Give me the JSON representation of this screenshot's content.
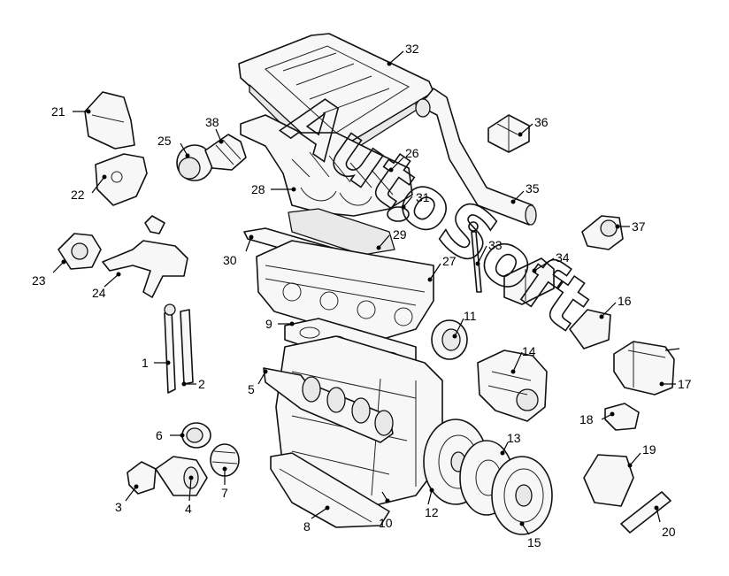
{
  "watermark": "AutoSoft",
  "callouts": [
    {
      "id": "1",
      "label": "1"
    },
    {
      "id": "2",
      "label": "2"
    },
    {
      "id": "3",
      "label": "3"
    },
    {
      "id": "4",
      "label": "4"
    },
    {
      "id": "5",
      "label": "5"
    },
    {
      "id": "6",
      "label": "6"
    },
    {
      "id": "7",
      "label": "7"
    },
    {
      "id": "8",
      "label": "8"
    },
    {
      "id": "9",
      "label": "9"
    },
    {
      "id": "10",
      "label": "10"
    },
    {
      "id": "11",
      "label": "11"
    },
    {
      "id": "12",
      "label": "12"
    },
    {
      "id": "13",
      "label": "13"
    },
    {
      "id": "14",
      "label": "14"
    },
    {
      "id": "15",
      "label": "15"
    },
    {
      "id": "16",
      "label": "16"
    },
    {
      "id": "17",
      "label": "17"
    },
    {
      "id": "18",
      "label": "18"
    },
    {
      "id": "19",
      "label": "19"
    },
    {
      "id": "20",
      "label": "20"
    },
    {
      "id": "21",
      "label": "21"
    },
    {
      "id": "22",
      "label": "22"
    },
    {
      "id": "23",
      "label": "23"
    },
    {
      "id": "24",
      "label": "24"
    },
    {
      "id": "25",
      "label": "25"
    },
    {
      "id": "26",
      "label": "26"
    },
    {
      "id": "27",
      "label": "27"
    },
    {
      "id": "28",
      "label": "28"
    },
    {
      "id": "29",
      "label": "29"
    },
    {
      "id": "30",
      "label": "30"
    },
    {
      "id": "31",
      "label": "31"
    },
    {
      "id": "32",
      "label": "32"
    },
    {
      "id": "33",
      "label": "33"
    },
    {
      "id": "34",
      "label": "34"
    },
    {
      "id": "35",
      "label": "35"
    },
    {
      "id": "36",
      "label": "36"
    },
    {
      "id": "37",
      "label": "37"
    },
    {
      "id": "38",
      "label": "38"
    }
  ]
}
